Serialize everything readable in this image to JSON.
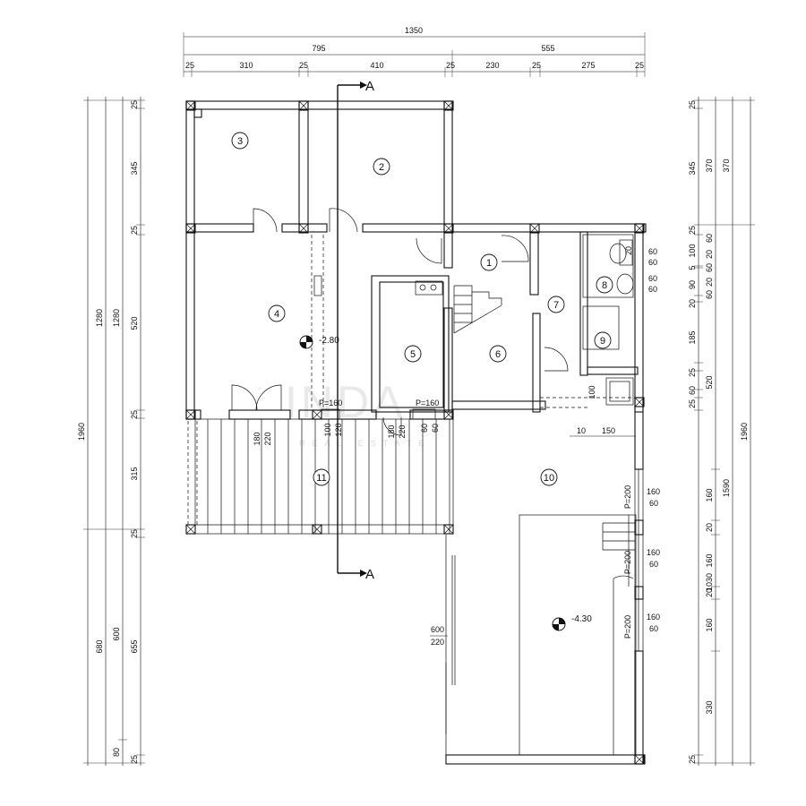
{
  "dims_top": {
    "overall": "1350",
    "left_block": "795",
    "right_block": "555",
    "seg_25a": "25",
    "seg_310": "310",
    "seg_25b": "25",
    "seg_410": "410",
    "seg_25c": "25",
    "seg_230": "230",
    "seg_25d": "25",
    "seg_275": "275",
    "seg_25e": "25"
  },
  "dims_left": {
    "total": "1960",
    "upper_1280a": "1280",
    "upper_1280b": "1280",
    "lower_680": "680",
    "lower_600": "600",
    "lower_80": "80",
    "s25a": "25",
    "s345": "345",
    "s25b": "25",
    "s520": "520",
    "s25c": "25",
    "s315": "315",
    "s25d": "25",
    "s655": "655",
    "s25e": "25"
  },
  "dims_right": {
    "total": "1960",
    "upper_1590": "1590",
    "lower_1030": "1030",
    "s370a": "370",
    "s370b": "370",
    "r25a": "25",
    "r345": "345",
    "r25b": "25",
    "r100": "100",
    "r5": "5",
    "r90": "90",
    "r20a": "20",
    "r185": "185",
    "r25c": "25",
    "r60": "60",
    "r25d": "25",
    "r520": "520",
    "r160a": "160",
    "r20b": "20",
    "r160b": "160",
    "r20c": "20",
    "r160c": "160",
    "r330": "330",
    "r25e": "25",
    "c60": "60",
    "c20a": "20",
    "c60b": "60",
    "c20b": "20",
    "c60c": "60"
  },
  "rooms": [
    "1",
    "2",
    "3",
    "4",
    "5",
    "6",
    "7",
    "8",
    "9",
    "10",
    "11"
  ],
  "section": {
    "top": "A",
    "bottom": "A"
  },
  "levels": {
    "upper": "-2.80",
    "lower": "-4.30"
  },
  "openings": {
    "p160_left": "P=160",
    "p160_right": "P=160",
    "w180": "180",
    "w220": "220",
    "w100": "100",
    "w120": "120",
    "w180b": "180",
    "w220b": "220",
    "w60a": "60",
    "w60b": "60",
    "bath_a_top": "60",
    "bath_a_bot": "60",
    "bath_b_top": "60",
    "bath_b_bot": "60",
    "small_100": "100",
    "gap_10": "10",
    "gap_150": "150",
    "big_600": "600",
    "big_220": "220",
    "p200a": "P=200",
    "p200b": "P=200",
    "p200c": "P=200",
    "w160a": "160",
    "w60c": "60",
    "w160b": "160",
    "w60d": "60",
    "w160c": "160",
    "w60e": "60",
    "wc_20": "20"
  },
  "watermark": {
    "main": "INDA",
    "sub": "REAL ESTATE"
  }
}
